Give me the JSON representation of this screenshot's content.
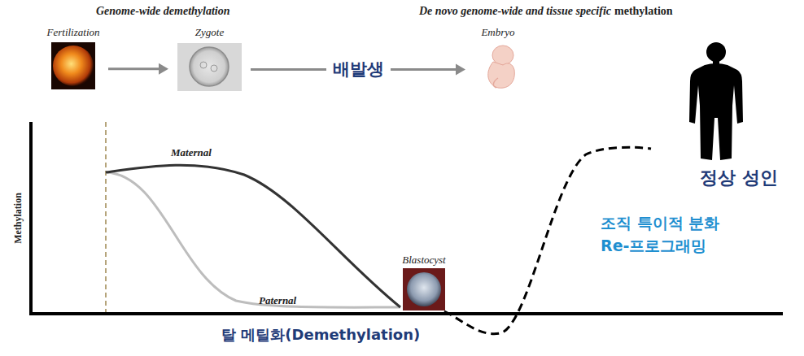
{
  "diagram": {
    "nodes": [
      {
        "text": [
          "Fertilization"
        ]
      },
      {
        "text": [
          "Zygote"
        ]
      },
      {
        "text": [
          "Embryo"
        ]
      },
      {
        "text": [
          "Blastocyst"
        ]
      }
    ],
    "edges": [
      {
        "from": 0,
        "to": 1,
        "arrow": "to"
      },
      {
        "from": 1,
        "to": 2,
        "label": "배발생",
        "arrow": "to"
      }
    ],
    "labels": [
      "Genome-wide demethylation",
      "De novo genome-wide and tissue specific",
      "methylation",
      "Methylation",
      "Maternal",
      "Paternal",
      "정상 성인",
      "조직 특이적 분화",
      "Re-프로그래밍",
      "탈 메틸화(Demethylation)"
    ]
  }
}
